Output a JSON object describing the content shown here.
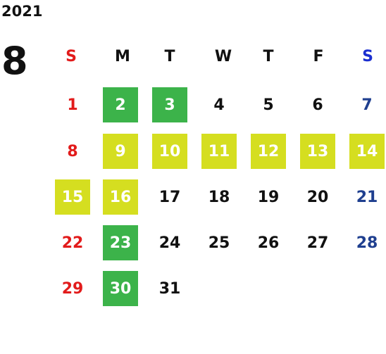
{
  "calendar": {
    "year": "2021",
    "month": "8",
    "weekday_headers": [
      {
        "label": "S",
        "color": "#e21b1b"
      },
      {
        "label": "M",
        "color": "#111111"
      },
      {
        "label": "T",
        "color": "#111111"
      },
      {
        "label": "W",
        "color": "#111111"
      },
      {
        "label": "T",
        "color": "#111111"
      },
      {
        "label": "F",
        "color": "#111111"
      },
      {
        "label": "S",
        "color": "#1b2fd0"
      }
    ],
    "colors": {
      "sunday": "#e21b1b",
      "saturday": "#1f3f8f",
      "weekday": "#111111",
      "green_highlight": "#3cb34a",
      "yellow_highlight": "#d5de20",
      "highlight_text": "#ffffff"
    },
    "weeks": [
      [
        {
          "day": "1",
          "style": "sunday"
        },
        {
          "day": "2",
          "style": "green"
        },
        {
          "day": "3",
          "style": "green"
        },
        {
          "day": "4",
          "style": "weekday"
        },
        {
          "day": "5",
          "style": "weekday"
        },
        {
          "day": "6",
          "style": "weekday"
        },
        {
          "day": "7",
          "style": "saturday"
        }
      ],
      [
        {
          "day": "8",
          "style": "sunday"
        },
        {
          "day": "9",
          "style": "yellow"
        },
        {
          "day": "10",
          "style": "yellow"
        },
        {
          "day": "11",
          "style": "yellow"
        },
        {
          "day": "12",
          "style": "yellow"
        },
        {
          "day": "13",
          "style": "yellow"
        },
        {
          "day": "14",
          "style": "yellow"
        }
      ],
      [
        {
          "day": "15",
          "style": "yellow"
        },
        {
          "day": "16",
          "style": "yellow"
        },
        {
          "day": "17",
          "style": "weekday"
        },
        {
          "day": "18",
          "style": "weekday"
        },
        {
          "day": "19",
          "style": "weekday"
        },
        {
          "day": "20",
          "style": "weekday"
        },
        {
          "day": "21",
          "style": "saturday"
        }
      ],
      [
        {
          "day": "22",
          "style": "sunday"
        },
        {
          "day": "23",
          "style": "green"
        },
        {
          "day": "24",
          "style": "weekday"
        },
        {
          "day": "25",
          "style": "weekday"
        },
        {
          "day": "26",
          "style": "weekday"
        },
        {
          "day": "27",
          "style": "weekday"
        },
        {
          "day": "28",
          "style": "saturday"
        }
      ],
      [
        {
          "day": "29",
          "style": "sunday"
        },
        {
          "day": "30",
          "style": "green"
        },
        {
          "day": "31",
          "style": "weekday"
        }
      ]
    ]
  }
}
